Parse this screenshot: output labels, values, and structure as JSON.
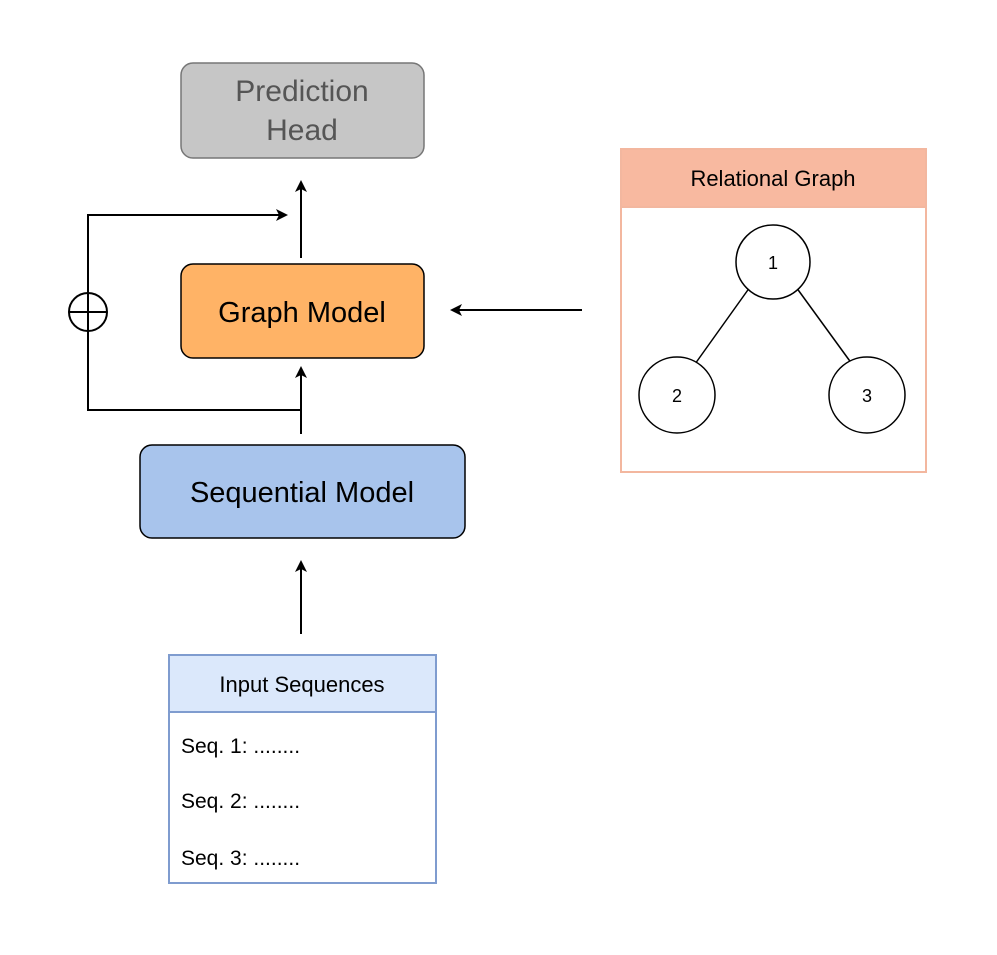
{
  "nodes": {
    "prediction_head": {
      "line1": "Prediction",
      "line2": "Head"
    },
    "graph_model": {
      "label": "Graph Model"
    },
    "sequential_model": {
      "label": "Sequential Model"
    }
  },
  "input_sequences": {
    "title": "Input Sequences",
    "rows": [
      "Seq. 1: ........",
      "Seq. 2: ........",
      "Seq. 3: ........"
    ]
  },
  "relational_graph": {
    "title": "Relational Graph",
    "nodes": [
      "1",
      "2",
      "3"
    ]
  },
  "colors": {
    "prediction_head_fill": "#c6c6c6",
    "prediction_head_stroke": "#777777",
    "graph_model_fill": "#ffb366",
    "sequential_model_fill": "#a8c4ec",
    "input_sequences_header": "#dbe8fb",
    "input_sequences_stroke": "#7f9ccf",
    "relational_graph_header": "#f8b9a0",
    "relational_graph_stroke": "#f3b79f"
  },
  "icons": {
    "residual_add": "circle-plus-icon"
  }
}
